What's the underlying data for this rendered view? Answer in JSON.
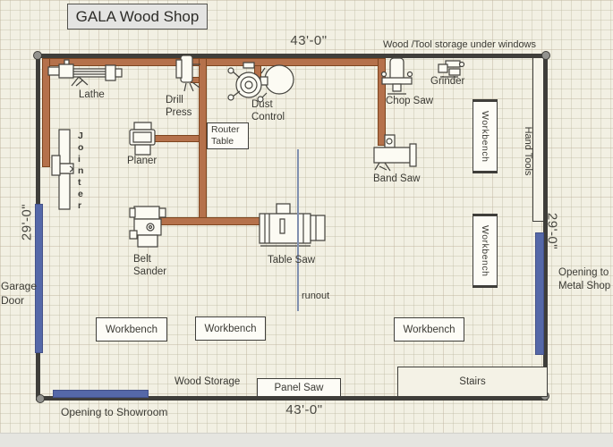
{
  "title": "GALA Wood Shop",
  "notes": {
    "top": "Wood /Tool storage under windows",
    "wood_storage": "Wood Storage",
    "runout": "runout",
    "hand_tools": "Hand Tools"
  },
  "dimensions": {
    "top": "43'-0\"",
    "bottom": "43'-0\"",
    "left": "29'-0\"",
    "right": "29'-0\""
  },
  "machines": {
    "lathe": "Lathe",
    "drill_press": "Drill\nPress",
    "dust_control": "Dust\nControl",
    "chop_saw": "Chop Saw",
    "grinder": "Grinder",
    "jointer": "J\no\ni\nn\nt\ne\nr",
    "planer": "Planer",
    "band_saw": "Band Saw",
    "belt_sander": "Belt\nSander",
    "table_saw": "Table Saw"
  },
  "fixtures": {
    "router_table": "Router\nTable",
    "workbench": "Workbench",
    "panel_saw": "Panel Saw",
    "stairs": "Stairs"
  },
  "openings": {
    "garage_door": "Garage\nDoor",
    "showroom": "Opening to Showroom",
    "metal_shop": "Opening to\nMetal Shop"
  },
  "colors": {
    "wall": "#3f3e3a",
    "duct": "#b5714b",
    "duct_border": "#7d451f",
    "opening_blue": "#5568a8",
    "background": "#f2f0e3",
    "title_box_bg": "#e4e4e2",
    "runout_line": "#8090b0"
  }
}
